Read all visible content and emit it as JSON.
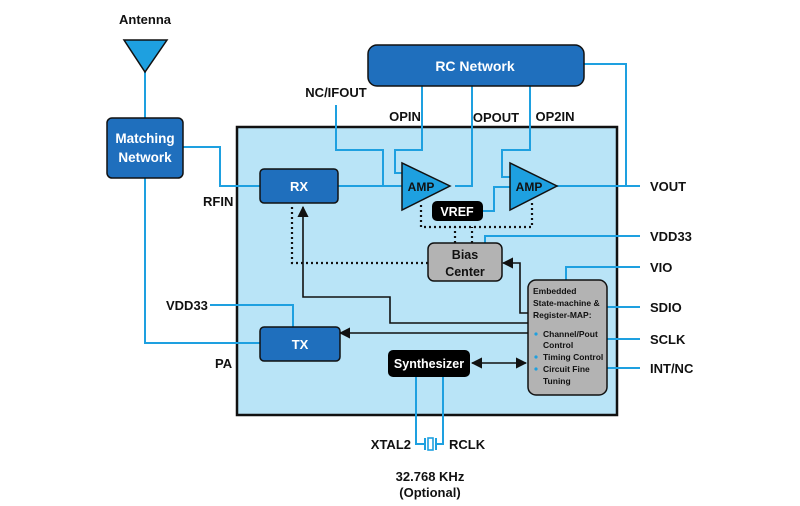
{
  "colors": {
    "chip_fill": "#b9e4f7",
    "block_blue": "#1f6fbd",
    "amp_blue": "#1ea0e0",
    "wire_blue": "#1ea0e0",
    "gray_block": "#b3b3b3",
    "black_block": "#000000",
    "outline": "#111111"
  },
  "external": {
    "antenna": "Antenna",
    "matching_network": [
      "Matching",
      "Network"
    ],
    "rc_network": "RC Network",
    "crystal_freq": "32.768 KHz",
    "crystal_note": "(Optional)"
  },
  "blocks": {
    "rx": "RX",
    "tx": "TX",
    "amp1": "AMP",
    "amp2": "AMP",
    "vref": "VREF",
    "bias_center": [
      "Bias",
      "Center"
    ],
    "synthesizer": "Synthesizer",
    "state_machine": {
      "title": [
        "Embedded",
        "State-machine &",
        "Register-MAP:"
      ],
      "bullets": [
        [
          "Channel/Pout",
          "Control"
        ],
        [
          "Timing Control"
        ],
        [
          "Circuit Fine",
          "Tuning"
        ]
      ]
    }
  },
  "pins": {
    "nc_ifout": "NC/IFOUT",
    "opin": "OPIN",
    "opout": "OPOUT",
    "op2in": "OP2IN",
    "vout": "VOUT",
    "vdd33_right": "VDD33",
    "vio": "VIO",
    "sdio": "SDIO",
    "sclk": "SCLK",
    "int_nc": "INT/NC",
    "rfin": "RFIN",
    "vdd33_left": "VDD33",
    "pa": "PA",
    "xtal2": "XTAL2",
    "rclk": "RCLK"
  }
}
